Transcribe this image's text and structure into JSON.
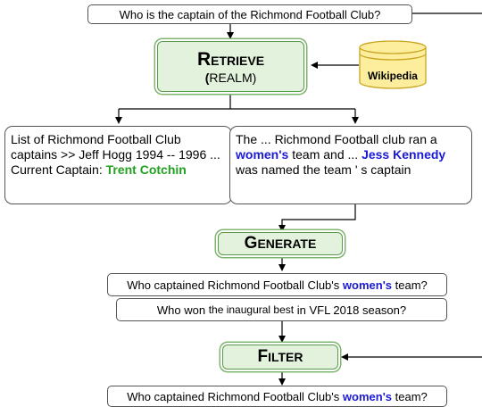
{
  "top_question": "Who is the captain of the Richmond Football Club?",
  "retrieve": {
    "title_cap": "R",
    "title_rest": "ETRIEVE",
    "sub_open": "(",
    "sub_rest": "REALM)"
  },
  "db": {
    "label": "Wikipedia",
    "fill": "#fcee9c",
    "stroke": "#c9a520"
  },
  "doc1": {
    "line1": "List of Richmond Football Club captains >> Jeff Hogg 1994 -- 1996 ... Current Captain:",
    "answer": "Trent Cotchin"
  },
  "doc2": {
    "part1": "The ...  Richmond Football club ran a",
    "hl1": "women's",
    "part2": "team and ...",
    "hl2": "Jess Kennedy",
    "part3": "was named the team ' s captain"
  },
  "generate": {
    "title_cap": "G",
    "title_rest": "ENERATE"
  },
  "gen_q1": {
    "before": "Who captained Richmond Football Club's",
    "hl": "women's",
    "after": "team?"
  },
  "gen_q2": {
    "part1": "Who won",
    "part2": "the inaugural best",
    "part3": "in VFL 2018 season?"
  },
  "filter": {
    "title_cap": "F",
    "title_rest": "ILTER"
  },
  "out_q": {
    "before": "Who captained Richmond Football Club's",
    "hl": "women's",
    "after": "team?"
  },
  "colors": {
    "stage_fill": "#e3f2dd",
    "stage_border": "#5b9a4c",
    "highlight_blue": "#1a1ad6",
    "highlight_green": "#22a020"
  }
}
